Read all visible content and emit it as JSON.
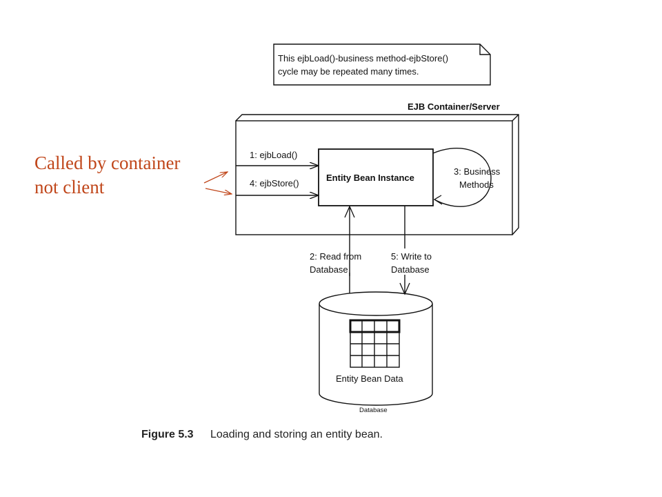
{
  "note": {
    "line1": "This ejbLoad()-business method-ejbStore()",
    "line2": "cycle may be repeated many times."
  },
  "container": {
    "title": "EJB Container/Server"
  },
  "bean": {
    "label": "Entity Bean Instance"
  },
  "calls": {
    "load": "1: ejbLoad()",
    "store": "4: ejbStore()",
    "business_line1": "3: Business",
    "business_line2": "Methods",
    "read_line1": "2: Read from",
    "read_line2": "Database",
    "write_line1": "5: Write to",
    "write_line2": "Database"
  },
  "database": {
    "data_label": "Entity Bean Data",
    "label": "Database"
  },
  "annotation": {
    "line1": "Called by container",
    "line2": "not client",
    "color": "#c0461a"
  },
  "caption": {
    "figure": "Figure 5.3",
    "text": "Loading and storing an entity bean."
  }
}
